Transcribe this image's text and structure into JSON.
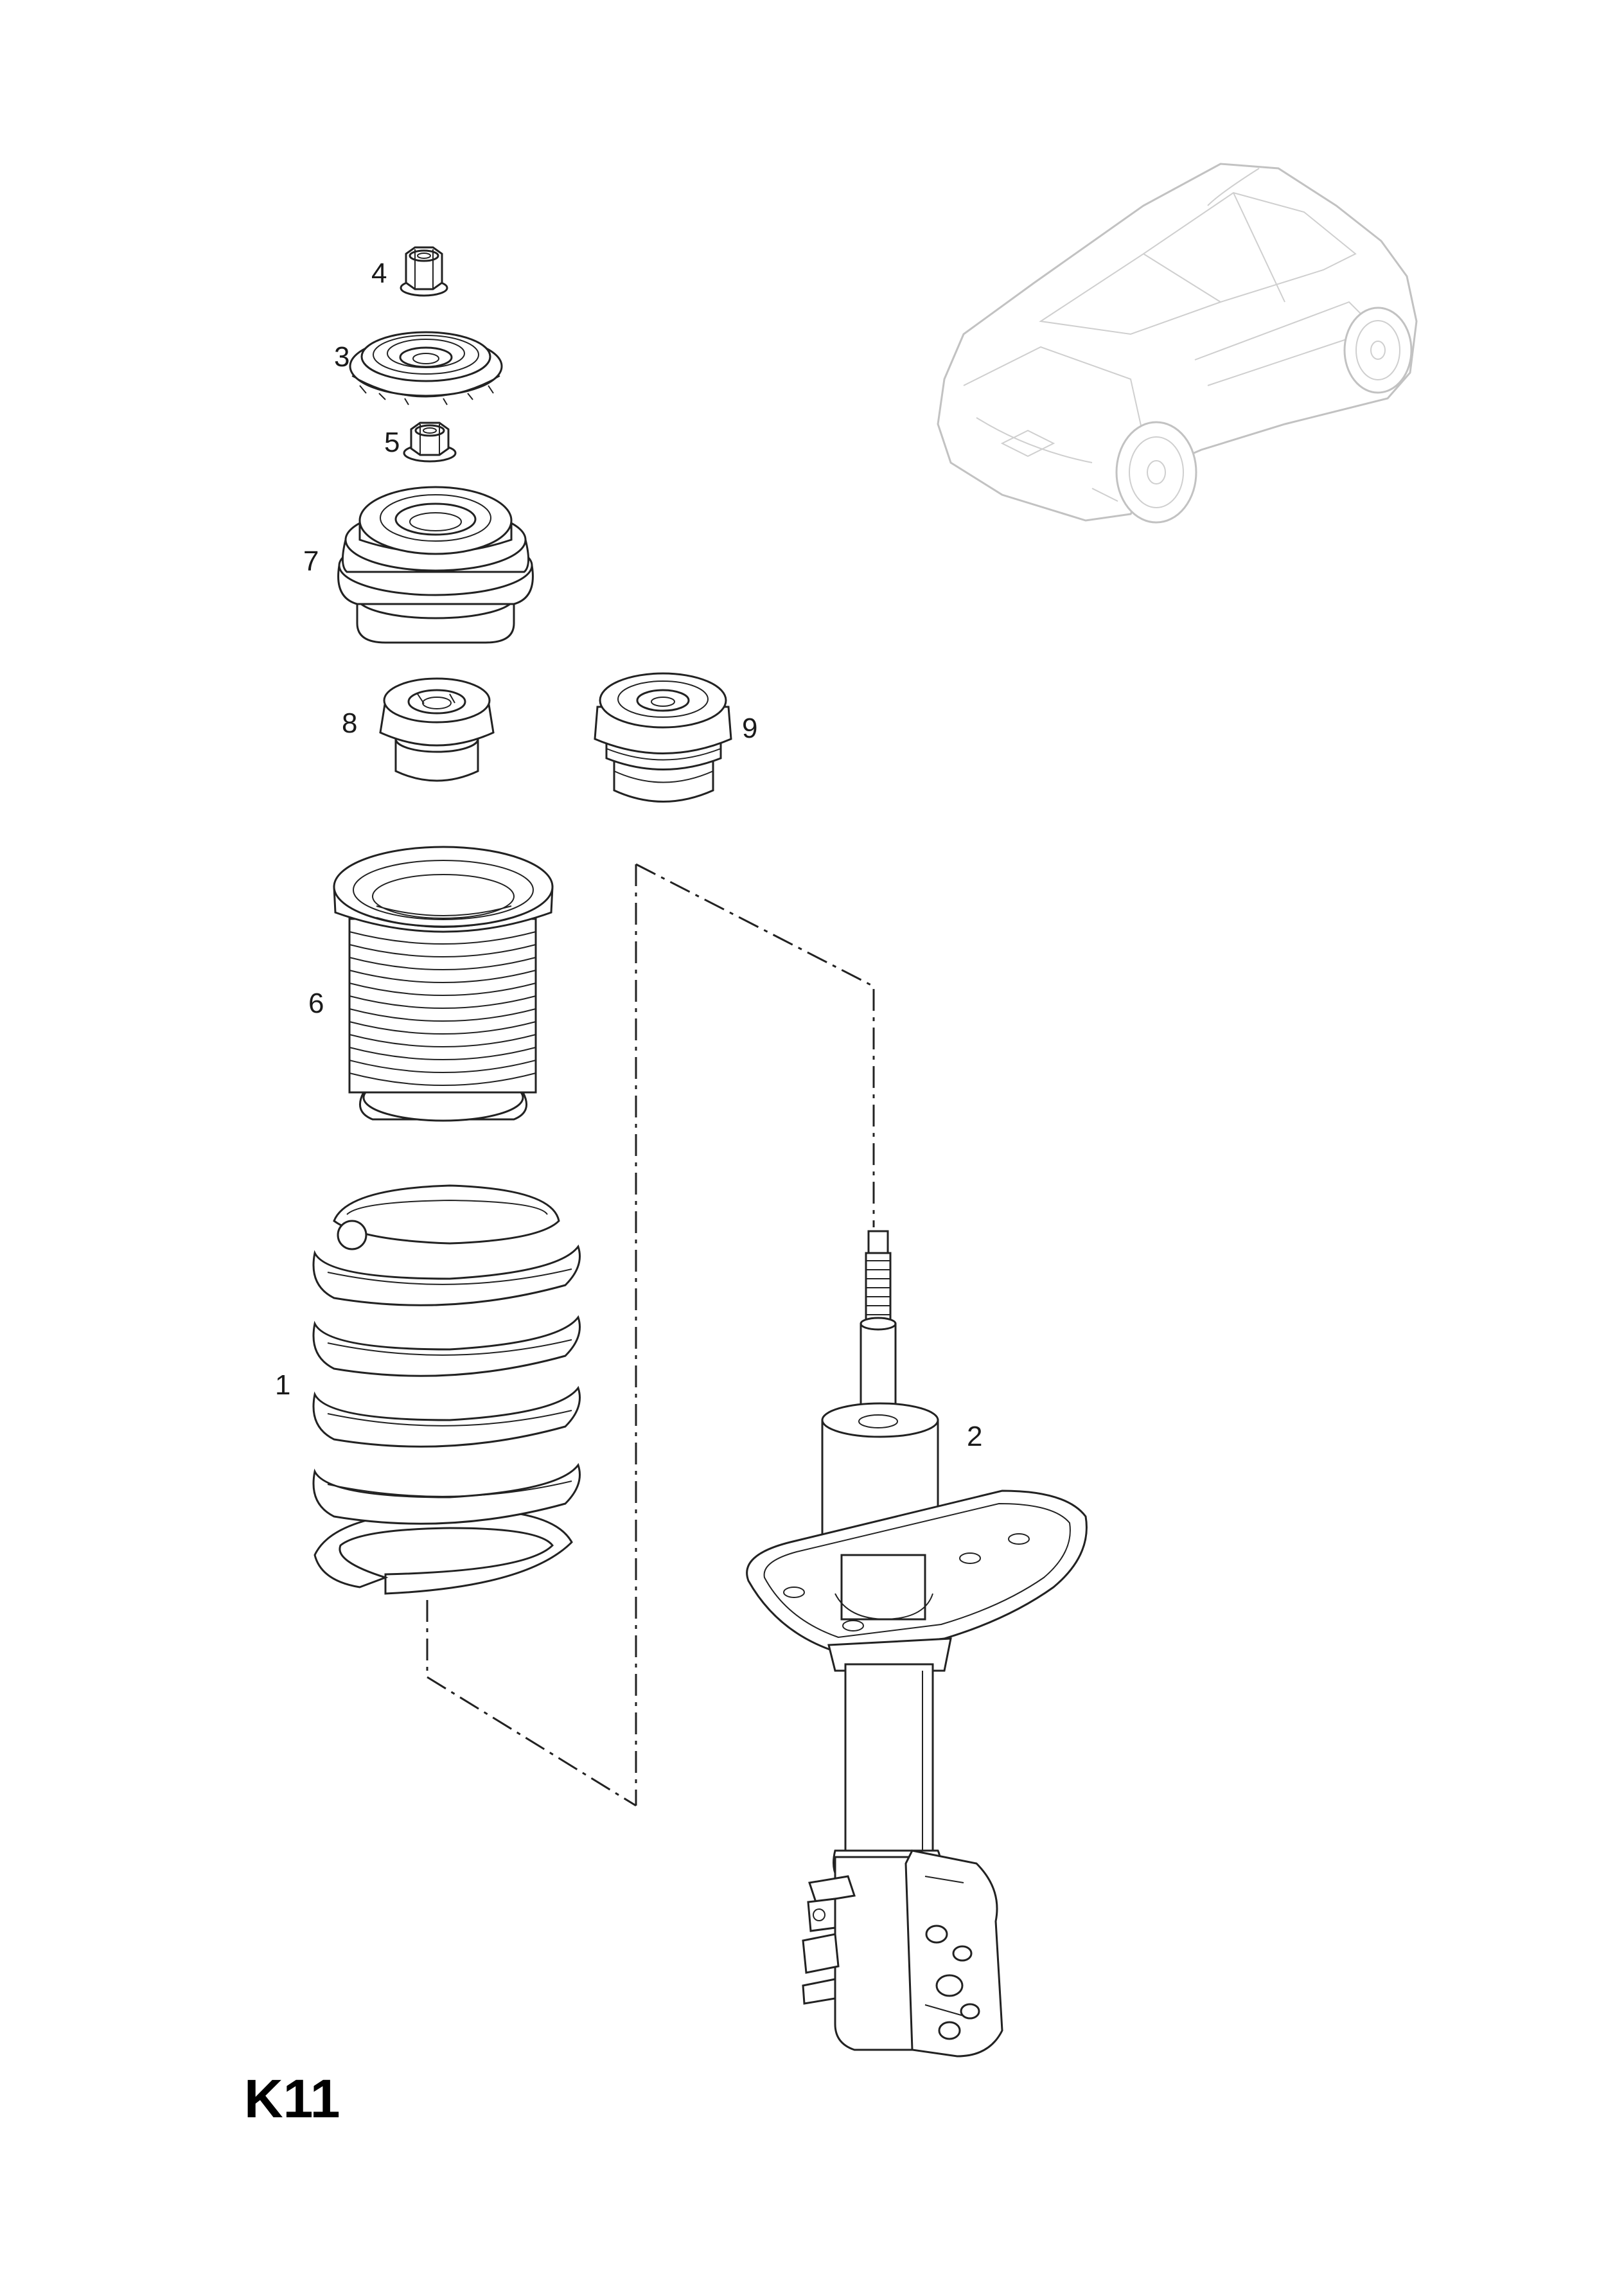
{
  "diagram_ref": "K11",
  "callouts": [
    {
      "id": "1",
      "text": "1"
    },
    {
      "id": "2",
      "text": "2"
    },
    {
      "id": "3",
      "text": "3"
    },
    {
      "id": "4",
      "text": "4"
    },
    {
      "id": "5",
      "text": "5"
    },
    {
      "id": "6",
      "text": "6"
    },
    {
      "id": "7",
      "text": "7"
    },
    {
      "id": "8",
      "text": "8"
    },
    {
      "id": "9",
      "text": "9"
    }
  ],
  "colors": {
    "line": "#222222",
    "vehicle_outline": "#c2c2c2",
    "background": "#ffffff"
  }
}
